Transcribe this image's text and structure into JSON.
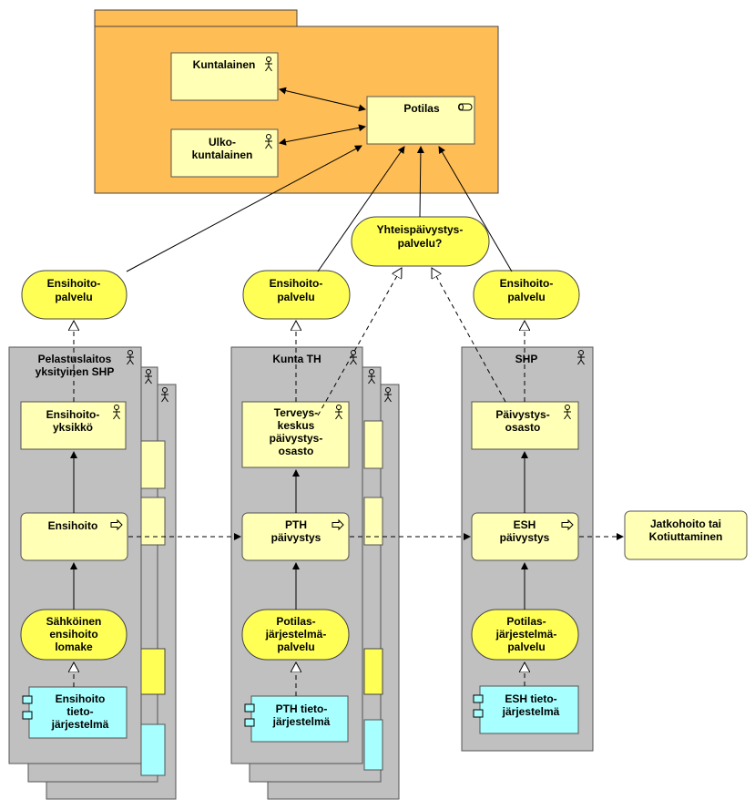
{
  "actors": {
    "kuntalainen": "Kuntalainen",
    "ulko": [
      "Ulko-",
      "kuntalainen"
    ],
    "potilas": "Potilas"
  },
  "services": {
    "ensihoito_palvelu": [
      "Ensihoito-",
      "palvelu"
    ],
    "yhteis": [
      "Yhteispäivystys-",
      "palvelu?"
    ],
    "sahkoinen": [
      "Sähköinen",
      "ensihoito",
      "lomake"
    ],
    "potilasjarjestelma": [
      "Potilas-",
      "järjestelmä-",
      "palvelu"
    ]
  },
  "groups": {
    "pelastus": [
      "Pelastuslaitos",
      "yksityinen SHP"
    ],
    "kunta": "Kunta TH",
    "shp": "SHP"
  },
  "roles": {
    "ensihoitoyksikko": [
      "Ensihoito-",
      "yksikkö"
    ],
    "terveyskeskus": [
      "Terveys-",
      "keskus",
      "päivystys-",
      "osasto"
    ],
    "paivystysosasto": [
      "Päivystys-",
      "osasto"
    ]
  },
  "processes": {
    "ensihoito": "Ensihoito",
    "pth": [
      "PTH",
      "päivystys"
    ],
    "esh": [
      "ESH",
      "päivystys"
    ],
    "jatko": [
      "Jatkohoito tai",
      "Kotiuttaminen"
    ]
  },
  "apps": {
    "ensihoito_tieto": [
      "Ensihoito",
      "tieto-",
      "järjestelmä"
    ],
    "pth_tieto": [
      "PTH tieto-",
      "järjestelmä"
    ],
    "esh_tieto": [
      "ESH tieto-",
      "järjestelmä"
    ]
  },
  "colors": {
    "package": "#ffbe55",
    "role": "#ffffb5",
    "service": "#ffff55",
    "application": "#a8ffff",
    "group": "#c0c0c0"
  }
}
